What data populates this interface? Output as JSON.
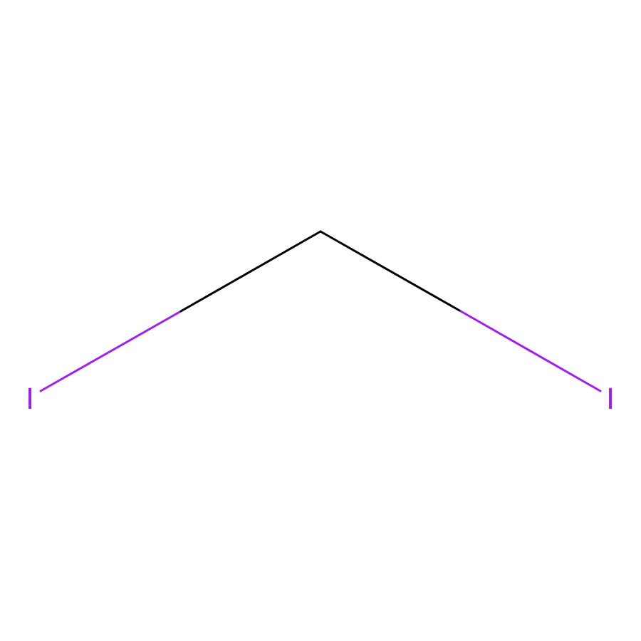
{
  "molecule": {
    "colors": {
      "carbon": "#000000",
      "iodine": "#A01EEF",
      "background": "#FFFFFF"
    },
    "atoms": [
      {
        "id": "I1",
        "element": "I",
        "label": "I"
      },
      {
        "id": "C1",
        "element": "C",
        "label": ""
      },
      {
        "id": "I2",
        "element": "I",
        "label": "I"
      }
    ],
    "bonds": [
      {
        "from": "I1",
        "to": "C1",
        "order": 1
      },
      {
        "from": "C1",
        "to": "I2",
        "order": 1
      }
    ]
  }
}
